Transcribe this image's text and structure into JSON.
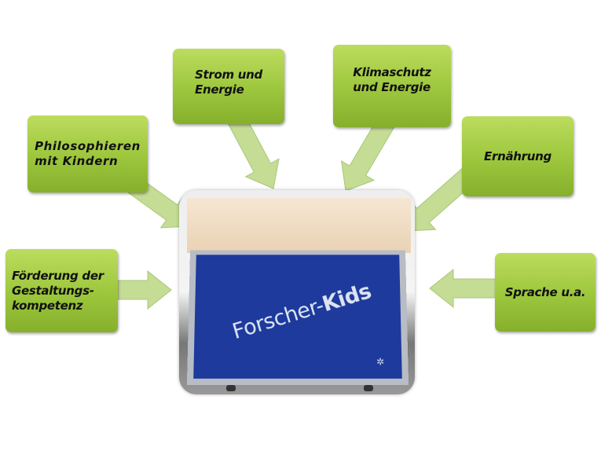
{
  "center": {
    "brand_prefix": "Forscher-",
    "brand_suffix": "Kids",
    "logo_icon": "kids-figure-logo"
  },
  "topics": [
    {
      "label": "Förderung der\nGestaltungs-\nkompetenz"
    },
    {
      "label": "Philosophieren\nmit Kindern"
    },
    {
      "label": "Strom und\nEnergie"
    },
    {
      "label": "Klimaschutz\nund Energie"
    },
    {
      "label": "Ernährung"
    },
    {
      "label": "Sprache u.a."
    }
  ],
  "colors": {
    "box": "#9cc63c",
    "arrow": "#c4dc94",
    "panel": "#1d3a9c"
  }
}
